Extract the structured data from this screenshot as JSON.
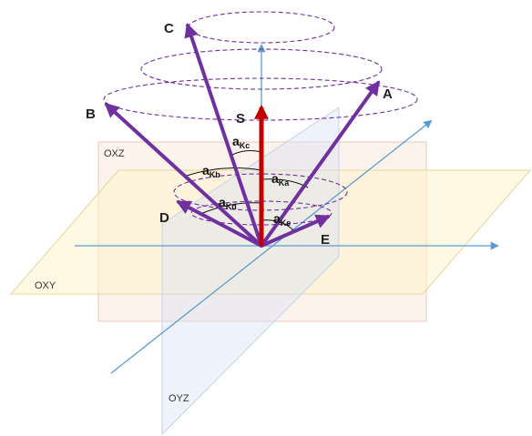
{
  "planes": {
    "oxz": "OXZ",
    "oxy": "OXY",
    "oyz": "OYZ"
  },
  "vectors": {
    "a": "A",
    "b": "B",
    "c": "C",
    "d": "D",
    "e": "E",
    "s": "S"
  },
  "angles": {
    "symbol": "a",
    "kc": "Kc",
    "kb": "Kb",
    "ka": "Ka",
    "kd": "Kd",
    "ke": "Ke"
  },
  "colors": {
    "vector": "#7030a0",
    "s_vector": "#c00000",
    "axis": "#5b9bd5",
    "plane_oxz": "#fbe5d6",
    "plane_oxy": "#fff2cc",
    "plane_oyz": "#dae3f3"
  }
}
